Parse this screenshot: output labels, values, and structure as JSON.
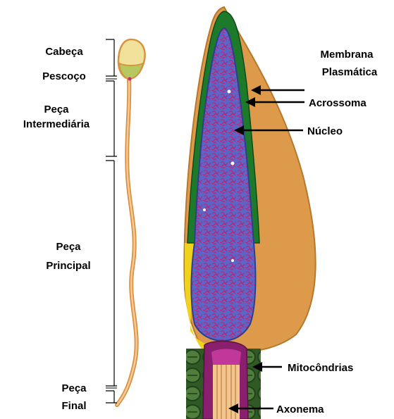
{
  "left_labels": {
    "head": "Cabeça",
    "neck": "Pescoço",
    "midpiece_line1": "Peça",
    "midpiece_line2": "Intermediária",
    "principal_line1": "Peça",
    "principal_line2": "Principal",
    "endpiece_line1": "Peça",
    "endpiece_line2": "Final"
  },
  "right_labels": {
    "membrane_line1": "Membrana",
    "membrane_line2": "Plasmática",
    "acrosome": "Acrossoma",
    "nucleus": "Núcleo",
    "mitochondria": "Mitocôndrias",
    "axoneme": "Axonema"
  },
  "colors": {
    "membrane": "#d9923f",
    "acrosome": "#1d7a2a",
    "nucleus": "#5a66c8",
    "nucleus_speckle": "#b4287a",
    "postacrosomal": "#f0d21e",
    "mitochondria": "#3f6b2f",
    "midpiece_core": "#8a1f6e",
    "axoneme": "#f3c690",
    "tail": "#efa86a",
    "sperm_head": "#f0e29a",
    "sperm_neck": "#b6c960"
  }
}
